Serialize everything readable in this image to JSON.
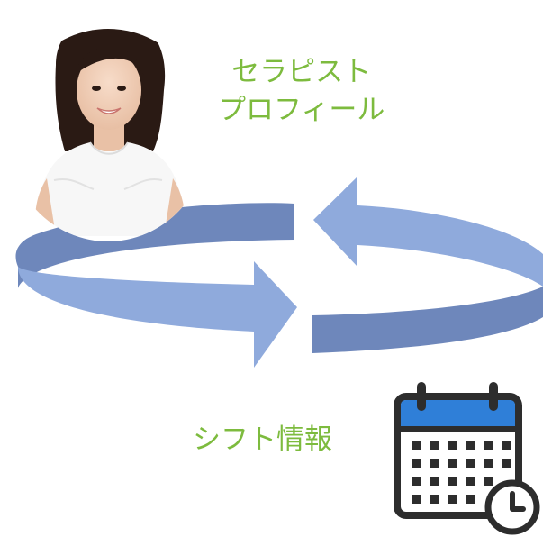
{
  "profile": {
    "line1": "セラピスト",
    "line2": "プロフィール"
  },
  "shift": {
    "label": "シフト情報"
  },
  "icons": {
    "therapist": "therapist-portrait-icon",
    "calendar": "calendar-clock-icon",
    "cycle": "circular-arrows-icon"
  },
  "colors": {
    "arrow_light": "#8faadc",
    "arrow_dark": "#6e87bb",
    "label_green": "#7dbb3e",
    "calendar_blue": "#2f7fd8",
    "calendar_dark": "#2d2d2d"
  }
}
